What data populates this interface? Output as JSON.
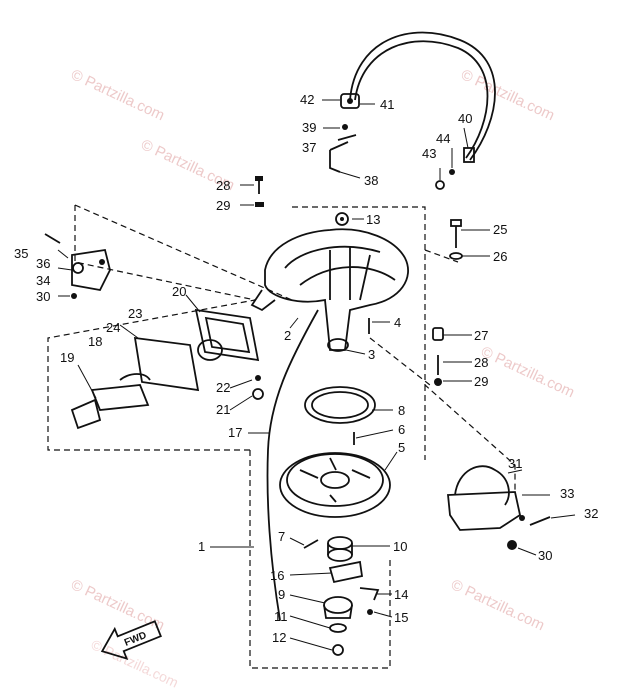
{
  "watermark": "© Partzilla.com",
  "fwd_label": "FWD",
  "callouts": {
    "c1": "1",
    "c2": "2",
    "c3": "3",
    "c4": "4",
    "c5": "5",
    "c6": "6",
    "c7": "7",
    "c8": "8",
    "c9": "9",
    "c10": "10",
    "c11": "11",
    "c12": "12",
    "c13": "13",
    "c14": "14",
    "c15": "15",
    "c16": "16",
    "c17": "17",
    "c18": "18",
    "c19": "19",
    "c20": "20",
    "c21": "21",
    "c22": "22",
    "c23": "23",
    "c24": "24",
    "c25": "25",
    "c26": "26",
    "c27": "27",
    "c28a": "28",
    "c28b": "28",
    "c29a": "29",
    "c29b": "29",
    "c30a": "30",
    "c30b": "30",
    "c31": "31",
    "c32": "32",
    "c33": "33",
    "c34": "34",
    "c35": "35",
    "c36": "36",
    "c37": "37",
    "c38": "38",
    "c39": "39",
    "c40": "40",
    "c41": "41",
    "c42": "42",
    "c43": "43",
    "c44": "44"
  }
}
